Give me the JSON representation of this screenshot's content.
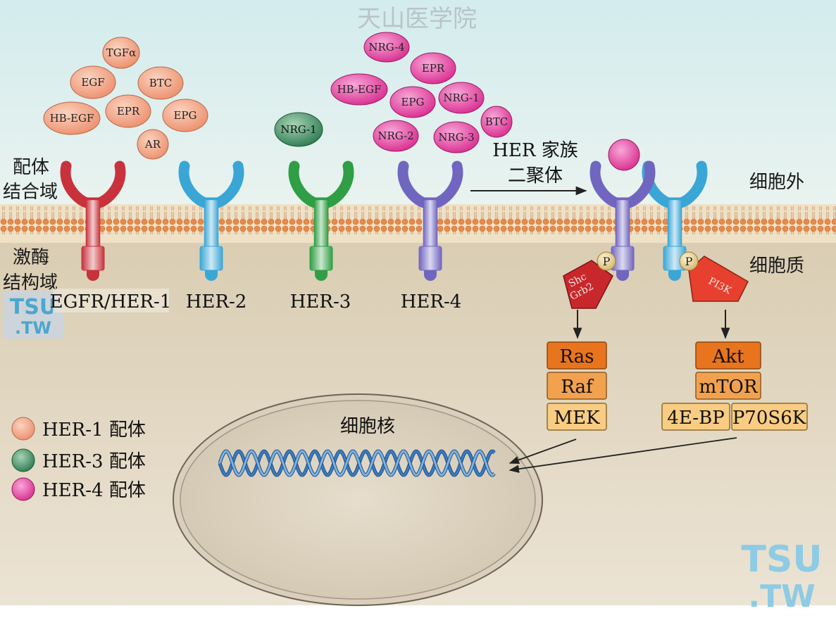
{
  "watermark_top": "天山医学院",
  "watermark_logo": {
    "line1": "TSU",
    "line2": ".TW"
  },
  "domain_labels": {
    "ligand_binding": [
      "配体",
      "结合域"
    ],
    "kinase": [
      "激酶",
      "结构域"
    ],
    "extracellular": "细胞外",
    "cytoplasm": "细胞质",
    "nucleus": "细胞核"
  },
  "dimer_label": [
    "HER 家族",
    "二聚体"
  ],
  "receptors": [
    {
      "name": "EGFR/HER-1",
      "color": "#c8323c"
    },
    {
      "name": "HER-2",
      "color": "#3aa6d6"
    },
    {
      "name": "HER-3",
      "color": "#2f9e44"
    },
    {
      "name": "HER-4",
      "color": "#7066c0"
    }
  ],
  "her1_ligands": [
    "TGFα",
    "EGF",
    "BTC",
    "EPR",
    "HB-EGF",
    "EPG",
    "AR"
  ],
  "her3_ligands": [
    "NRG-1"
  ],
  "her4_ligands": [
    "NRG-4",
    "EPR",
    "HB-EGF",
    "EPG",
    "NRG-1",
    "BTC",
    "NRG-2",
    "NRG-3"
  ],
  "phospho": "P",
  "adapters": {
    "left": [
      "Shc",
      "Grb2"
    ],
    "right": "PI3K"
  },
  "pathway_left": [
    "Ras",
    "Raf",
    "MEK"
  ],
  "pathway_right": [
    "Akt",
    "mTOR",
    "4E-BP",
    "P70S6K"
  ],
  "legend": [
    {
      "label": "HER-1 配体",
      "color": "#f3a083"
    },
    {
      "label": "HER-3 配体",
      "color": "#2e8b57"
    },
    {
      "label": "HER-4 配体",
      "color": "#e0409a"
    }
  ],
  "colors": {
    "extracellular_bg": "#d6ecec",
    "cytoplasm_bg": "#e3d7c0",
    "membrane_head": "#e88a4a",
    "nucleus_fill": "#ddd4c2",
    "dna": "#3a7cc0"
  }
}
